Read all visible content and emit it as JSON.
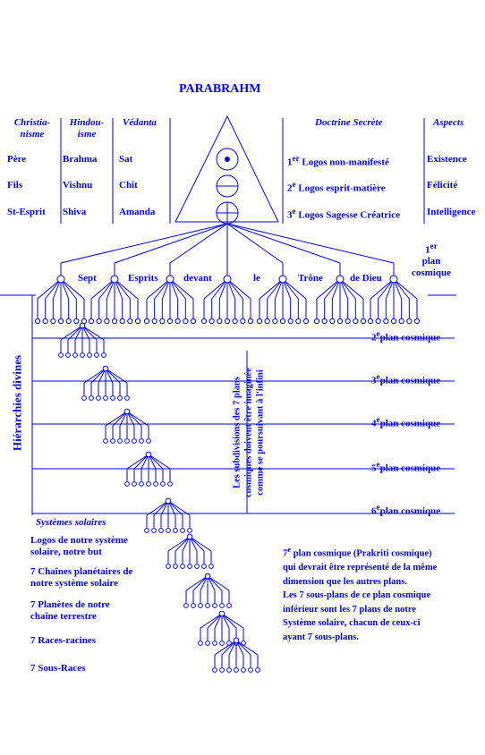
{
  "title": "PARABRAHM",
  "headers": {
    "christianisme_1": "Christia-",
    "christianisme_2": "nisme",
    "hindouisme_1": "Hindou-",
    "hindouisme_2": "isme",
    "vedanta": "Védanta",
    "doctrine": "Doctrine Secrète",
    "aspects": "Aspects"
  },
  "rows": [
    {
      "christ": "Père",
      "hindou": "Brahma",
      "vedanta": "Sat",
      "logos_num": "1",
      "logos_sup": "er",
      "logos_text": " Logos non-manifesté",
      "aspect": "Existence"
    },
    {
      "christ": "Fils",
      "hindou": "Vishnu",
      "vedanta": "Chit",
      "logos_num": "2",
      "logos_sup": "e",
      "logos_text": " Logos esprit-matière",
      "aspect": "Félicité"
    },
    {
      "christ": "St-Esprit",
      "hindou": "Shiva",
      "vedanta": "Amanda",
      "logos_num": "3",
      "logos_sup": "e",
      "logos_text": " Logos Sagesse Créatrice",
      "aspect": "Intelligence"
    }
  ],
  "plan1": {
    "num": "1",
    "sup": "er",
    "line1": "plan",
    "line2": "cosmique"
  },
  "sept_esprits": [
    "Sept",
    "Esprits",
    "devant",
    "le",
    "Trône",
    "de Dieu"
  ],
  "plans": [
    {
      "num": "2",
      "sup": "e",
      "text": "plan cosmique"
    },
    {
      "num": "3",
      "sup": "e",
      "text": "plan cosmique"
    },
    {
      "num": "4",
      "sup": "e",
      "text": "plan cosmique"
    },
    {
      "num": "5",
      "sup": "e",
      "text": "plan cosmique"
    },
    {
      "num": "6",
      "sup": "e",
      "text": "plan cosmique"
    }
  ],
  "hierarchies": "Hiérarchies divines",
  "subdivisions": [
    "Les subdivisions des 7 plans",
    "cosmiques doivent être imaginée",
    "comme se poursuivant à l'infini"
  ],
  "systemes_title": "Systèmes solaires",
  "systemes": [
    [
      "Logos de notre système",
      "solaire, notre but"
    ],
    [
      "7 Chaînes planétaires de",
      "notre système solaire"
    ],
    [
      "7 Planètes de notre",
      "chaîne terrestre"
    ],
    [
      "7 Races-racines"
    ],
    [
      "7 Sous-Races"
    ]
  ],
  "plan7": {
    "num": "7",
    "sup": "e",
    "lines": [
      " plan cosmique (Prakriti cosmique)",
      "qui devrait être représenté de la même",
      "dimension que les autres plans.",
      "Les 7 sous-plans de ce plan cosmique",
      "inférieur sont les 7 plans de notre",
      "Système solaire, chacun de ceux-ci",
      "ayant 7 sous-plans."
    ]
  },
  "colors": {
    "ink": "#0000ff",
    "background": "#ffffff"
  }
}
